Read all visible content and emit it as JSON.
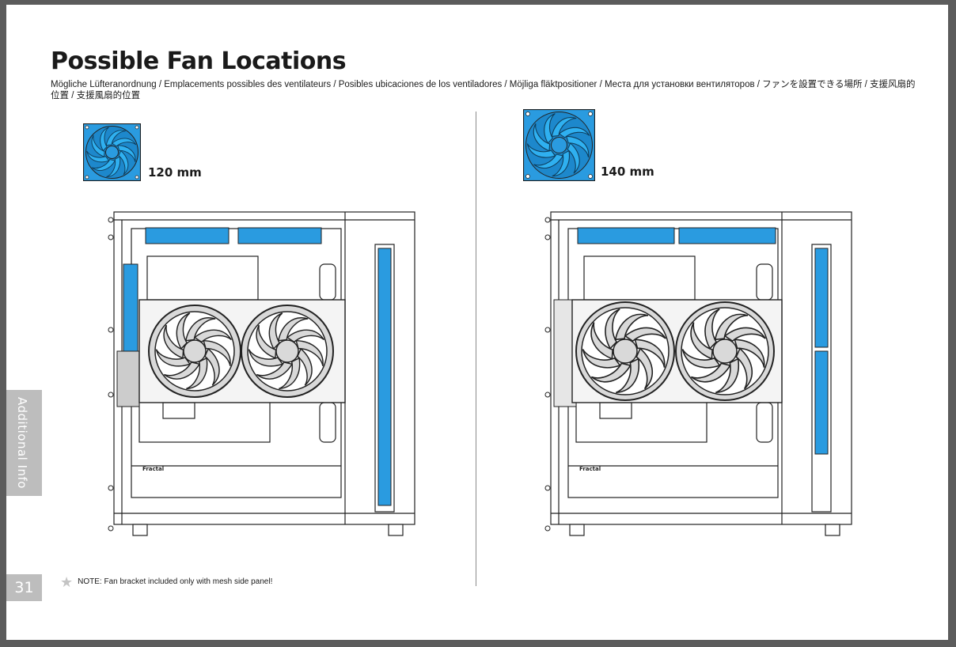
{
  "page": {
    "title": "Possible Fan Locations",
    "subtitle": "Mögliche Lüfteranordnung / Emplacements possibles des ventilateurs / Posibles ubicaciones de los ventiladores / Möjliga fläktpositioner / Места для установки вентиляторов / ファンを設置できる場所 / 支援风扇的位置 / 支援風扇的位置",
    "side_tab": "Additional Info",
    "page_number": "31",
    "note": "NOTE: Fan bracket included only with mesh side panel!",
    "note_icon": "star-icon"
  },
  "left_panel": {
    "size_label": "120 mm",
    "fan_icon": "fan-icon",
    "logo_text": "Fractal"
  },
  "right_panel": {
    "size_label": "140 mm",
    "fan_icon": "fan-icon",
    "logo_text": "Fractal"
  },
  "colors": {
    "fan_blue": "#2a9be0",
    "outline": "#222222",
    "gray_fill": "#cccccc",
    "tab_gray": "#bdbdbd"
  }
}
